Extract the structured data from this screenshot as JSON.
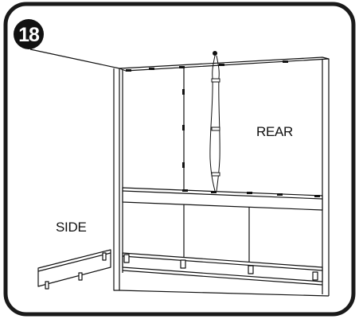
{
  "step": {
    "number": "18"
  },
  "labels": {
    "rear": "REAR",
    "side": "SIDE"
  },
  "colors": {
    "ink": "#111111",
    "frame": "#1a1a1a",
    "paper": "#ffffff"
  }
}
